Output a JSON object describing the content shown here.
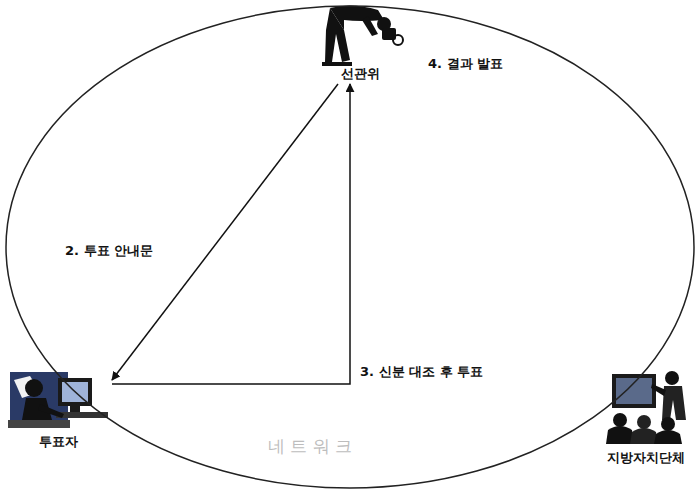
{
  "diagram": {
    "nodes": [
      {
        "text": [
          "네 트 워 크"
        ]
      },
      {
        "text": [
          "선관위"
        ],
        "in": 0
      },
      {
        "text": [
          "투표자"
        ],
        "in": 0
      },
      {
        "text": [
          "지방자치단체"
        ],
        "in": 0
      }
    ],
    "edges": [
      {
        "from": 1,
        "to": 2,
        "arrow": "to",
        "label": "2. 투표 안내문"
      },
      {
        "from": 2,
        "to": 1,
        "arrow": "to",
        "label": "3. 신분 대조 후 투표"
      }
    ],
    "labels": [
      "4. 결과 발표"
    ]
  }
}
